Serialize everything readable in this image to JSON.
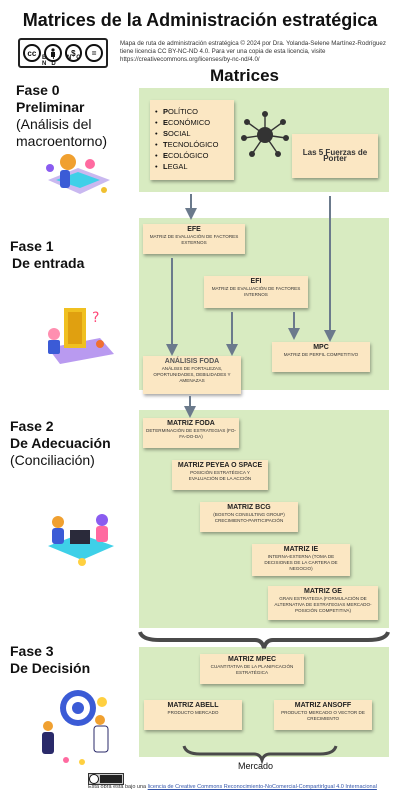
{
  "title": "Matrices de la Administración estratégica",
  "license": {
    "badge": {
      "cc": "cc",
      "by": "BY",
      "nc": "NC",
      "nd": "ND"
    },
    "text": "Mapa de ruta de administración estratégica © 2024 por Dra. Yolanda-Selene Martínez-Rodríguez tiene licencia CC BY-NC-ND 4.0. Para ver una copia de esta licencia, visite https://creativecommons.org/licenses/by-nc-nd/4.0/"
  },
  "matrices_heading": "Matrices",
  "phases": [
    {
      "line1": "Fase 0",
      "line2": "Preliminar",
      "line3": "(Análisis del",
      "line4": "macroentorno)"
    },
    {
      "line1": "Fase 1",
      "line2": "De entrada"
    },
    {
      "line1": "Fase 2",
      "line2": "De Adecuación",
      "line3": "(Conciliación)"
    },
    {
      "line1": "Fase 3",
      "line2": "De Decisión"
    }
  ],
  "pestel": [
    {
      "initial": "P",
      "rest": "OLÍTICO"
    },
    {
      "initial": "E",
      "rest": "CONÓMICO"
    },
    {
      "initial": "S",
      "rest": "OCIAL"
    },
    {
      "initial": "T",
      "rest": "ECNOLÓGICO"
    },
    {
      "initial": "E",
      "rest": "COLÓGICO"
    },
    {
      "initial": "L",
      "rest": "EGAL"
    }
  ],
  "porter": "Las 5 Fuerzas de Porter",
  "cards": {
    "efe": {
      "title": "EFE",
      "desc": "MATRIZ DE EVALUACIÓN DE FACTORES EXTERNOS"
    },
    "efi": {
      "title": "EFI",
      "desc": "MATRIZ DE EVALUACIÓN DE FACTORES INTERNOS"
    },
    "mpc": {
      "title": "MPC",
      "desc": "MATRIZ DE PERFIL COMPETITIVO"
    },
    "foda_analysis": {
      "title": "ANÁLISIS FODA",
      "desc": "ANÁLISIS DE FORTALEZAS, OPORTUNIDADES, DEBILIDADES Y AMENAZAS"
    },
    "matriz_foda": {
      "title": "MATRIZ FODA",
      "desc": "DETERMINACIÓN DE ESTRATEGIAS (FO-FA-DO-DA)"
    },
    "peyea": {
      "title": "MATRIZ PEYEA O SPACE",
      "desc": "POSICIÓN ESTRATÉGICA Y EVALUACIÓN DE LA ACCIÓN"
    },
    "bcg": {
      "title": "MATRIZ BCG",
      "desc": "(BOSTON CONSULTING GROUP) CRECIMIENTO-PARTICIPACIÓN"
    },
    "ie": {
      "title": "MATRIZ IE",
      "desc": "INTERNA-EXTERNA (TOMA DE DECISIONES DE LA CARTERA DE NEGOCIO)"
    },
    "ge": {
      "title": "MATRIZ GE",
      "desc": "GRAN ESTRATEGIA (FORMULACIÓN DE ALTERNATIVA DE ESTRATEGIAS MERCADO-POSICIÓN COMPETITIVA)"
    },
    "mpec": {
      "title": "MATRIZ MPEC",
      "desc": "CUANTITATIVA DE LA PLANIFICACIÓN ESTRATÉGICA"
    },
    "abell": {
      "title": "MATRIZ ABELL",
      "desc": "PRODUCTO MERCADO"
    },
    "ansoff": {
      "title": "MATRIZ ANSOFF",
      "desc": "PRODUCTO MERCADO O VECTOR DE CRECIMIENTO"
    }
  },
  "mercado_label": "Mercado",
  "footer": {
    "text": "Esta obra está bajo una ",
    "link": "licencia de Creative Commons Reconocimiento-NoComercial-CompartirIgual 4.0 Internacional"
  },
  "colors": {
    "panel": "#d8ebc1",
    "card": "#fbe7c3",
    "arrow": "#6b7a8c",
    "brace": "#4a4a4a"
  }
}
